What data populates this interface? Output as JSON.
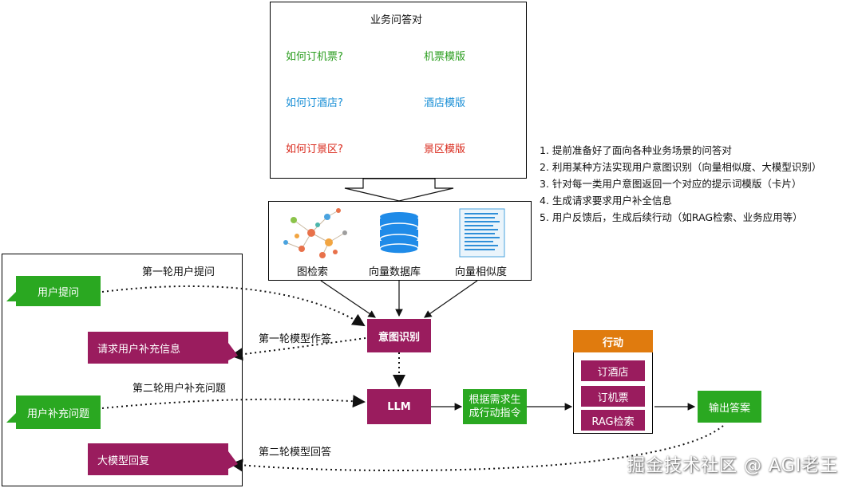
{
  "qa_panel": {
    "title": "业务问答对",
    "pairs": [
      {
        "question": "如何订机票?",
        "template": "机票模版",
        "color": "#2a9d1e"
      },
      {
        "question": "如何订酒店?",
        "template": "酒店模版",
        "color": "#1a8fd6"
      },
      {
        "question": "如何订景区?",
        "template": "景区模版",
        "color": "#d9281b"
      }
    ]
  },
  "retrieval": {
    "items": [
      {
        "label": "图检索",
        "icon": "graph-network-icon"
      },
      {
        "label": "向量数据库",
        "icon": "database-icon"
      },
      {
        "label": "向量相似度",
        "icon": "vector-similarity-icon"
      }
    ]
  },
  "steps": [
    "1.  提前准备好了面向各种业务场景的问答对",
    "2.  利用某种方法实现用户意图识别（向量相似度、大模型识别）",
    "3.  针对每一类用户意图返回一个对应的提示词模版（卡片）",
    "4.  生成请求要求用户补全信息",
    "5.  用户反馈后，生成后续行动（如RAG检索、业务应用等）"
  ],
  "left_panel": {
    "user_question": "用户提问",
    "request_info": "请求用户补充信息",
    "user_supplement": "用户补充问题",
    "model_reply": "大模型回复"
  },
  "edge_labels": {
    "round1_user": "第一轮用户提问",
    "round1_model": "第一轮模型作答",
    "round2_user": "第二轮用户补充问题",
    "round2_model": "第二轮模型回答"
  },
  "nodes": {
    "intent": "意图识别",
    "llm": "LLM",
    "gen_action": "根据需求生成行动指令",
    "output": "输出答案"
  },
  "action_panel": {
    "header": "行动",
    "items": [
      "订酒店",
      "订机票",
      "RAG检索"
    ]
  },
  "watermark": "掘金技术社区 @ AGI老王",
  "colors": {
    "green": "#2aa821",
    "magenta": "#9a1c5e",
    "orange": "#e07b0e",
    "blue": "#1a8fd6",
    "red": "#d9281b"
  }
}
